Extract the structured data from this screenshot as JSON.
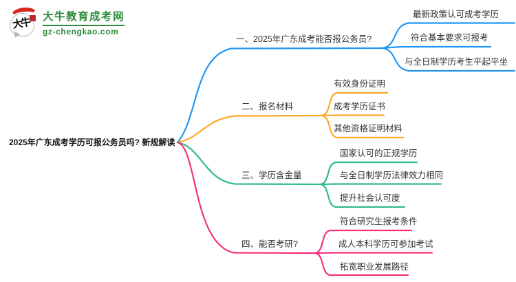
{
  "logo": {
    "title": "大牛教育成考网",
    "domain": "gz-chengkao.com",
    "mark_text": "大牛",
    "brand_green": "#2e8b3c",
    "brand_red": "#d7281e"
  },
  "topic": "2025年广东成考学历可报公务员吗? 新规解读",
  "branches": [
    {
      "label": "一、2025年广东成考能否报公务员?",
      "color": "#2196F3",
      "children": [
        "最新政策认可成考学历",
        "符合基本要求可报考",
        "与全日制学历考生平起平坐"
      ]
    },
    {
      "label": "二、报名材料",
      "color": "#FFA726",
      "children": [
        "有效身份证明",
        "成考学历证书",
        "其他资格证明材料"
      ]
    },
    {
      "label": "三、学历含金量",
      "color": "#2EBD85",
      "children": [
        "国家认可的正规学历",
        "与全日制学历法律效力相同",
        "提升社会认可度"
      ]
    },
    {
      "label": "四、能否考研?",
      "color": "#F5317F",
      "children": [
        "符合研究生报考条件",
        "成人本科学历可参加考试",
        "拓宽职业发展路径"
      ]
    }
  ]
}
